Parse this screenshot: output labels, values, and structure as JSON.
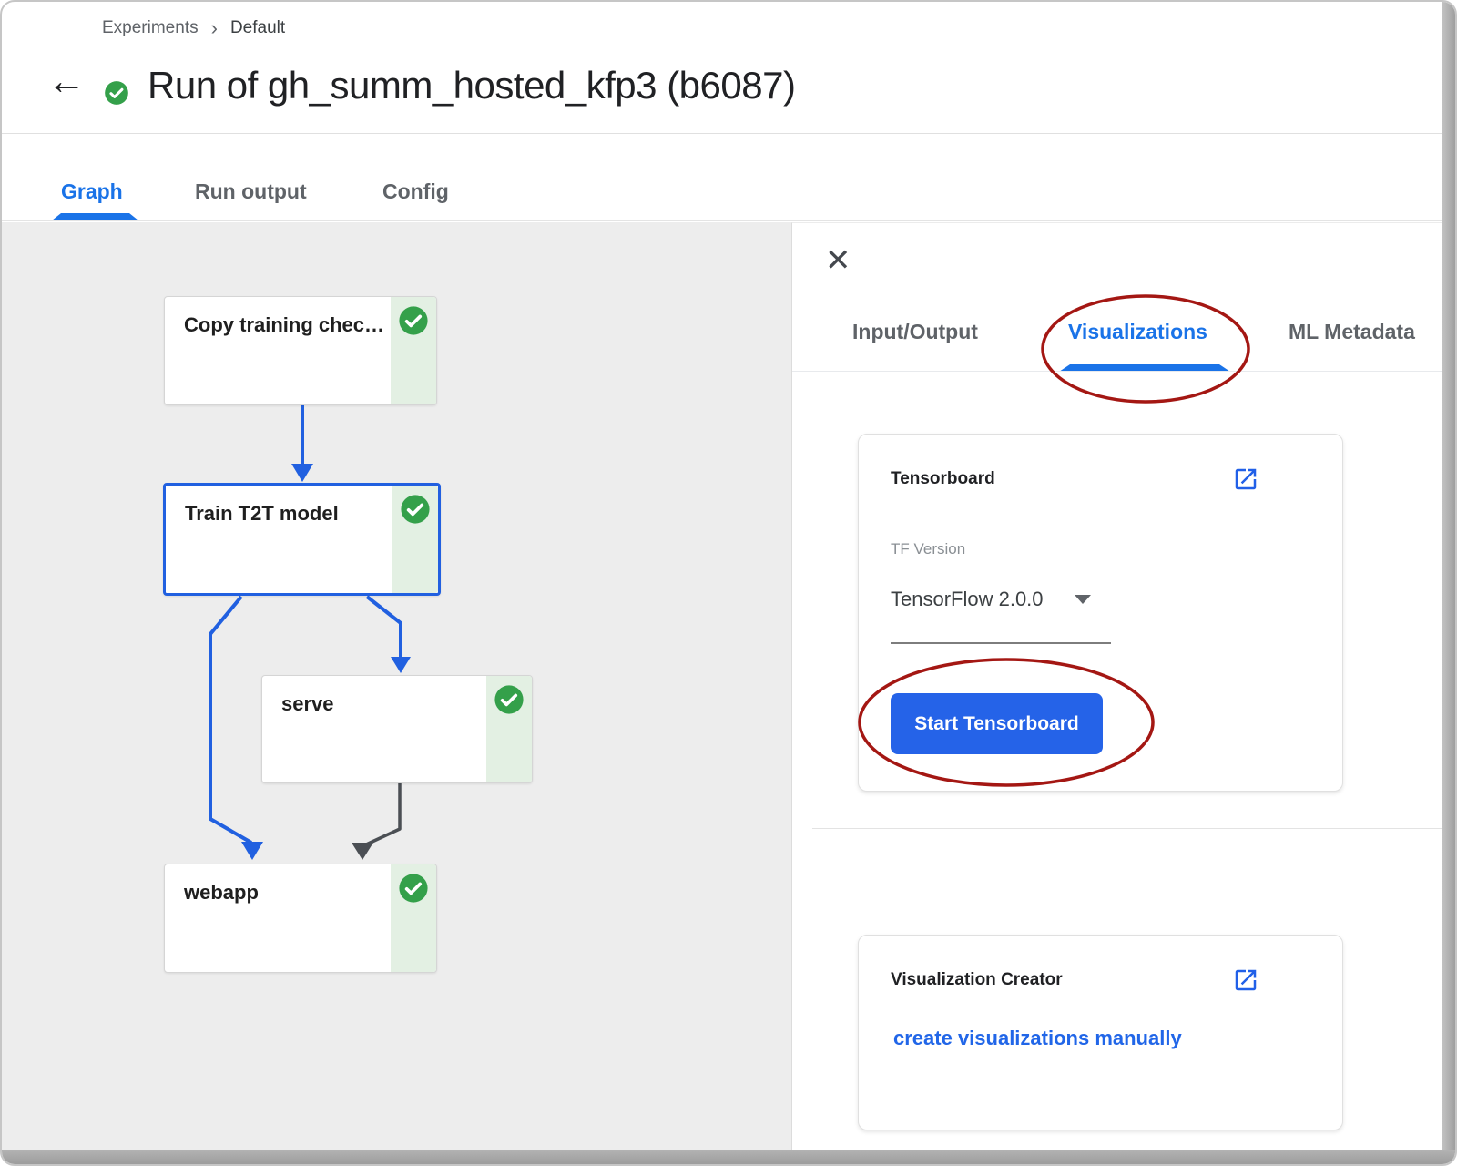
{
  "breadcrumb": {
    "items": [
      "Experiments",
      "Default"
    ],
    "separator": "›"
  },
  "header": {
    "title": "Run of gh_summ_hosted_kfp3 (b6087)",
    "status": "succeeded"
  },
  "icons": {
    "back": "←",
    "close": "✕"
  },
  "tabs": [
    {
      "label": "Graph",
      "active": true
    },
    {
      "label": "Run output",
      "active": false
    },
    {
      "label": "Config",
      "active": false
    }
  ],
  "graph": {
    "nodes": [
      {
        "label": "Copy training chec…",
        "status": "succeeded",
        "selected": false
      },
      {
        "label": "Train T2T model",
        "status": "succeeded",
        "selected": true
      },
      {
        "label": "serve",
        "status": "succeeded",
        "selected": false
      },
      {
        "label": "webapp",
        "status": "succeeded",
        "selected": false
      }
    ],
    "edges": [
      {
        "from": "Copy training chec…",
        "to": "Train T2T model",
        "color": "#2160e0"
      },
      {
        "from": "Train T2T model",
        "to": "webapp",
        "color": "#2160e0"
      },
      {
        "from": "Train T2T model",
        "to": "serve",
        "color": "#2160e0"
      },
      {
        "from": "serve",
        "to": "webapp",
        "color": "#4b4f54"
      }
    ]
  },
  "details_panel": {
    "tabs": [
      {
        "label": "Input/Output",
        "active": false
      },
      {
        "label": "Visualizations",
        "active": true
      },
      {
        "label": "ML Metadata",
        "active": false
      }
    ],
    "tensorboard_card": {
      "title": "Tensorboard",
      "tf_version_label": "TF Version",
      "tf_version_value": "TensorFlow 2.0.0",
      "start_button": "Start Tensorboard"
    },
    "viz_creator_card": {
      "title": "Visualization Creator",
      "link": "create visualizations manually"
    }
  },
  "annotations": {
    "color": "#a41713",
    "circled_items": [
      "Visualizations tab",
      "Start Tensorboard button"
    ]
  },
  "colors": {
    "accent_blue": "#1a73e8",
    "button_blue": "#2563e8",
    "success_green": "#34a04a",
    "node_strip_green": "#e3f0e3",
    "graph_background": "#ededed",
    "annotation_red": "#a41713"
  }
}
